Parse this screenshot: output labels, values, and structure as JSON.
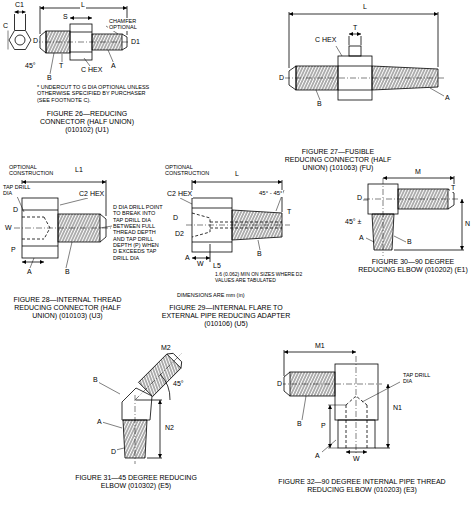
{
  "diagram": {
    "labels": [
      "C1",
      "C",
      "L",
      "S",
      "CHAMFER OPTIONAL",
      "D",
      "D1",
      "45°",
      "T",
      "A",
      "B",
      "C HEX",
      "* UNDERCUT TO G DIA OPTIONAL UNLESS OTHERWISE SPECIFIED BY PURCHASER (SEE FOOTNOTE C).",
      "FIGURE 26—REDUCING CONNECTOR (HALF UNION) (010102) (U1)",
      "L",
      "T",
      "C HEX",
      "D",
      "B",
      "A",
      "FIGURE 27—FUSIBLE REDUCING CONNECTOR (HALF UNION) (101063) (FU)",
      "OPTIONAL CONSTRUCTION",
      "L1",
      "TAP DRILL DIA",
      "C2 HEX",
      "W",
      "P",
      "D",
      "A",
      "B",
      "D DIA DRILL POINT TO BREAK INTO TAP DRILL DIA BETWEEN FULL THREAD DEPTH AND TAP DRILL DEPTH (P) WHEN D EXCEEDS TAP DRILL DIA",
      "FIGURE 28—INTERNAL THREAD REDUCING CONNECTOR (HALF UNION) (010103) (U3)",
      "OPTIONAL CONSTRUCTION",
      "C2 HEX",
      "L",
      "45° - 45°",
      "T",
      "D",
      "D2",
      "A",
      "W",
      "L5",
      "B",
      "1.6 (0.062) MIN ON SIZES WHERE D2 VALUES ARE TABULATED",
      "DIMENSIONS ARE mm (in)",
      "FIGURE 29—INTERNAL FLARE TO EXTERNAL PIPE REDUCING ADAPTER (010106) (U5)",
      "M",
      "T",
      "D",
      "45° ±",
      "A",
      "N",
      "B",
      "FIGURE 30—90 DEGREE REDUCING ELBOW (010202) (E1)",
      "M2",
      "45°",
      "N2",
      "B",
      "A",
      "D",
      "FIGURE 31—45 DEGREE REDUCING ELBOW (010302) (E5)",
      "M1",
      "TAP DRILL DIA",
      "N1",
      "D",
      "P",
      "A",
      "W",
      "B",
      "FIGURE 32—90 DEGREE INTERNAL PIPE THREAD REDUCING ELBOW (010203) (E3)"
    ]
  }
}
